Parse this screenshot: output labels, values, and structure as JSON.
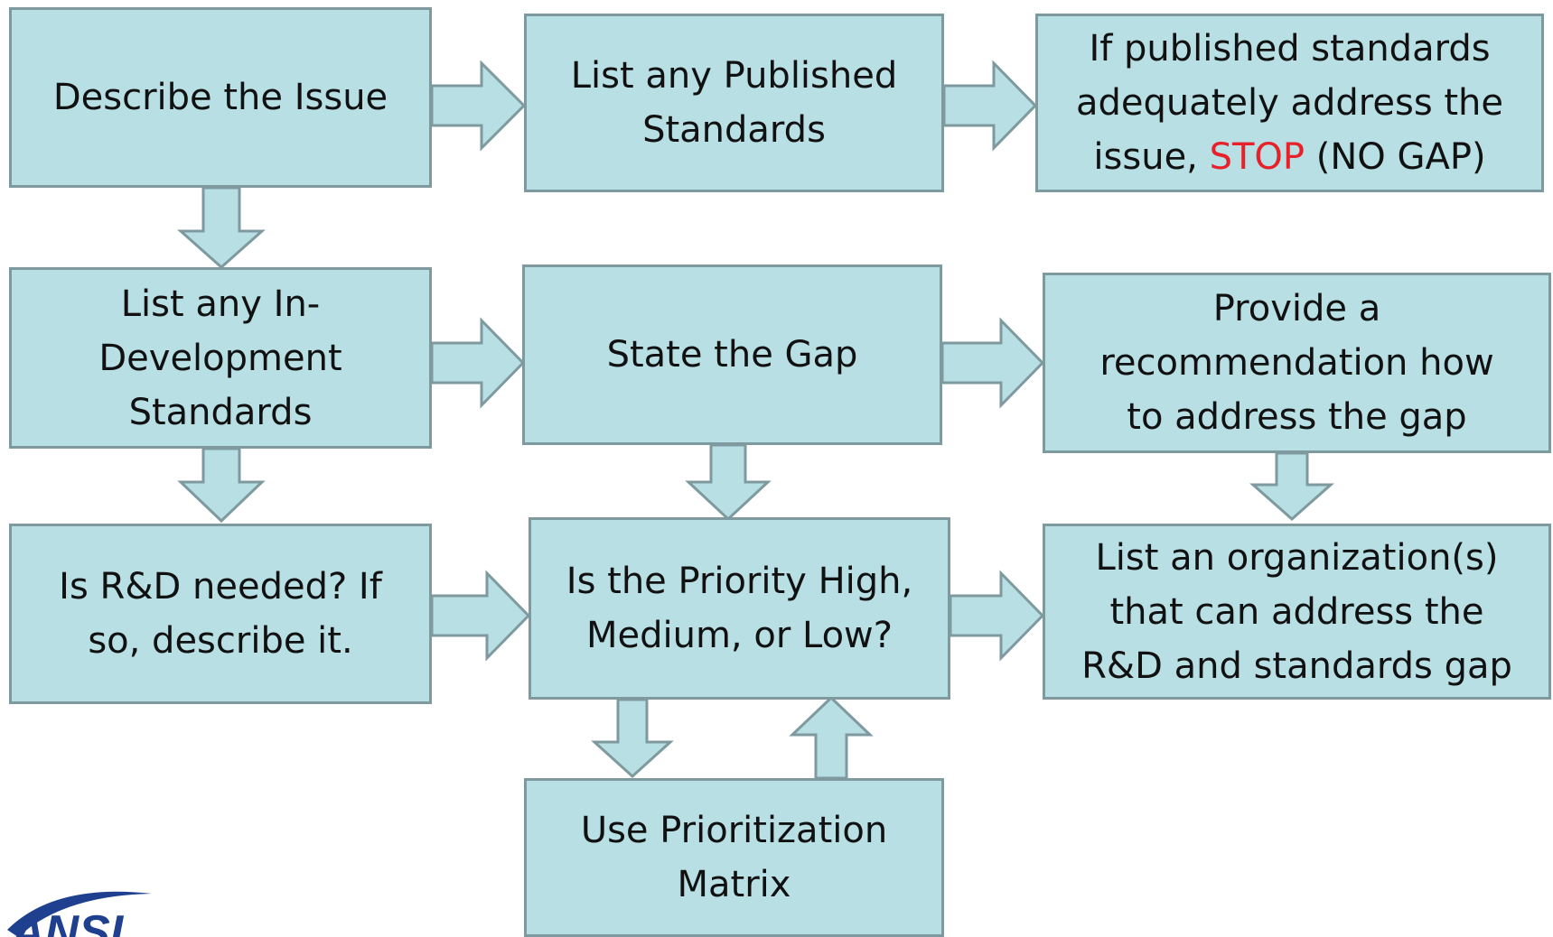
{
  "colors": {
    "box_fill": "#b7dfe4",
    "box_border": "#7e9a9f",
    "stop_red": "#e8202a",
    "logo_blue": "#1f3f8f"
  },
  "boxes": {
    "describe_issue": "Describe the Issue",
    "published_standards": "List any Published Standards",
    "stop_box": {
      "before": "If published standards adequately address the issue, ",
      "stop": "STOP",
      "after": " (NO GAP)"
    },
    "in_development": "List any In-Development Standards",
    "state_gap": "State the Gap",
    "recommendation": "Provide a recommendation how to address the gap",
    "rd_needed": "Is R&D needed? If so, describe it.",
    "priority": "Is the Priority High, Medium, or Low?",
    "organizations": "List an organization(s) that can address the R&D and standards gap",
    "prioritization_matrix": "Use Prioritization Matrix"
  },
  "logo": {
    "text": "ANSI",
    "icon": "ansi-logo-icon"
  }
}
